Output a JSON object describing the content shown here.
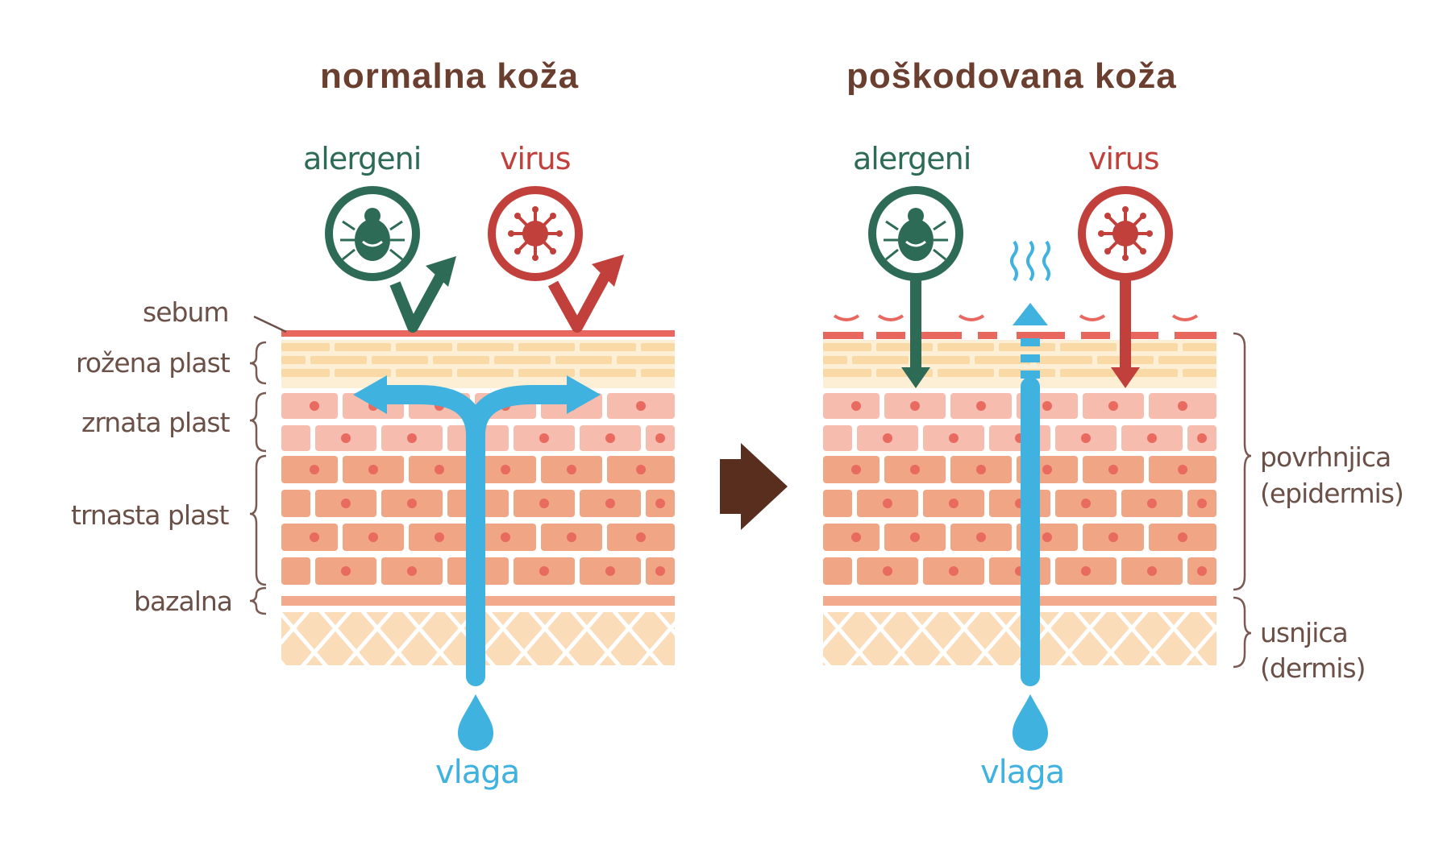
{
  "titles": {
    "left": "normalna koža",
    "right": "poškodovana koža"
  },
  "agents": {
    "allergen": "alergeni",
    "virus": "virus"
  },
  "moisture": "vlaga",
  "layers": {
    "sebum": "sebum",
    "stratum_corneum": "rožena plast",
    "stratum_granulosum": "zrnata plast",
    "stratum_spinosum": "trnasta plast",
    "stratum_basale": "bazalna"
  },
  "regions": {
    "epidermis_line1": "povrhnjica",
    "epidermis_line2": "(epidermis)",
    "dermis_line1": "usnjica",
    "dermis_line2": "(dermis)"
  },
  "colors": {
    "title": "#6b3f30",
    "allergen": "#2e6b56",
    "virus": "#c2403c",
    "moisture": "#3fb2e0",
    "sebum": "#e8675f",
    "arrow": "#5a2e1f"
  }
}
